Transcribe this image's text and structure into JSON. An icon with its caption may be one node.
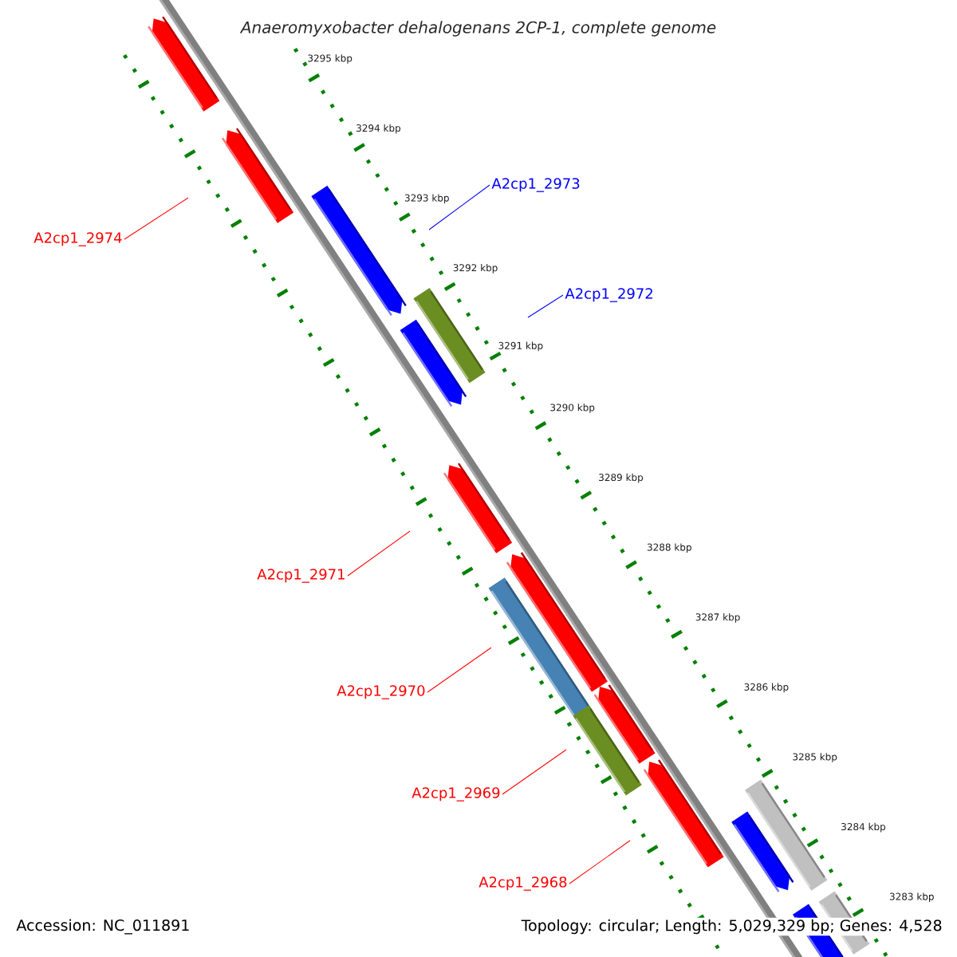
{
  "diagram": {
    "title": "Anaeromyxobacter dehalogenans 2CP-1, complete genome",
    "nodes": [
      {
        "text": [
          "A2cp1_2973"
        ]
      },
      {
        "text": [
          "A2cp1_2974"
        ]
      },
      {
        "text": [
          "A2cp1_2972"
        ]
      },
      {
        "text": [
          "A2cp1_2971"
        ]
      },
      {
        "text": [
          "A2cp1_2970"
        ]
      },
      {
        "text": [
          "A2cp1_2969"
        ]
      },
      {
        "text": [
          "A2cp1_2968"
        ]
      }
    ],
    "edges": [
      {
        "from": 0,
        "to": null,
        "arrow": "none",
        "color": "#0000ff"
      },
      {
        "from": 1,
        "to": null,
        "arrow": "none"
      },
      {
        "from": 2,
        "to": null,
        "arrow": "none",
        "color": "#0000ff"
      },
      {
        "from": 3,
        "to": null,
        "arrow": "none"
      },
      {
        "from": 4,
        "to": null,
        "arrow": "none"
      },
      {
        "from": 5,
        "to": null,
        "arrow": "none"
      },
      {
        "from": 6,
        "to": null,
        "arrow": "none"
      }
    ],
    "labels": [
      "3295 kbp",
      "3294 kbp",
      "3293 kbp",
      "3292 kbp",
      "3291 kbp",
      "3290 kbp",
      "3289 kbp",
      "3288 kbp",
      "3287 kbp",
      "3286 kbp",
      "3285 kbp",
      "3284 kbp",
      "3283 kbp",
      "Accession: NC_011891",
      "Topology: circular; Length: 5,029,329 bp; Genes: 4,528"
    ]
  }
}
